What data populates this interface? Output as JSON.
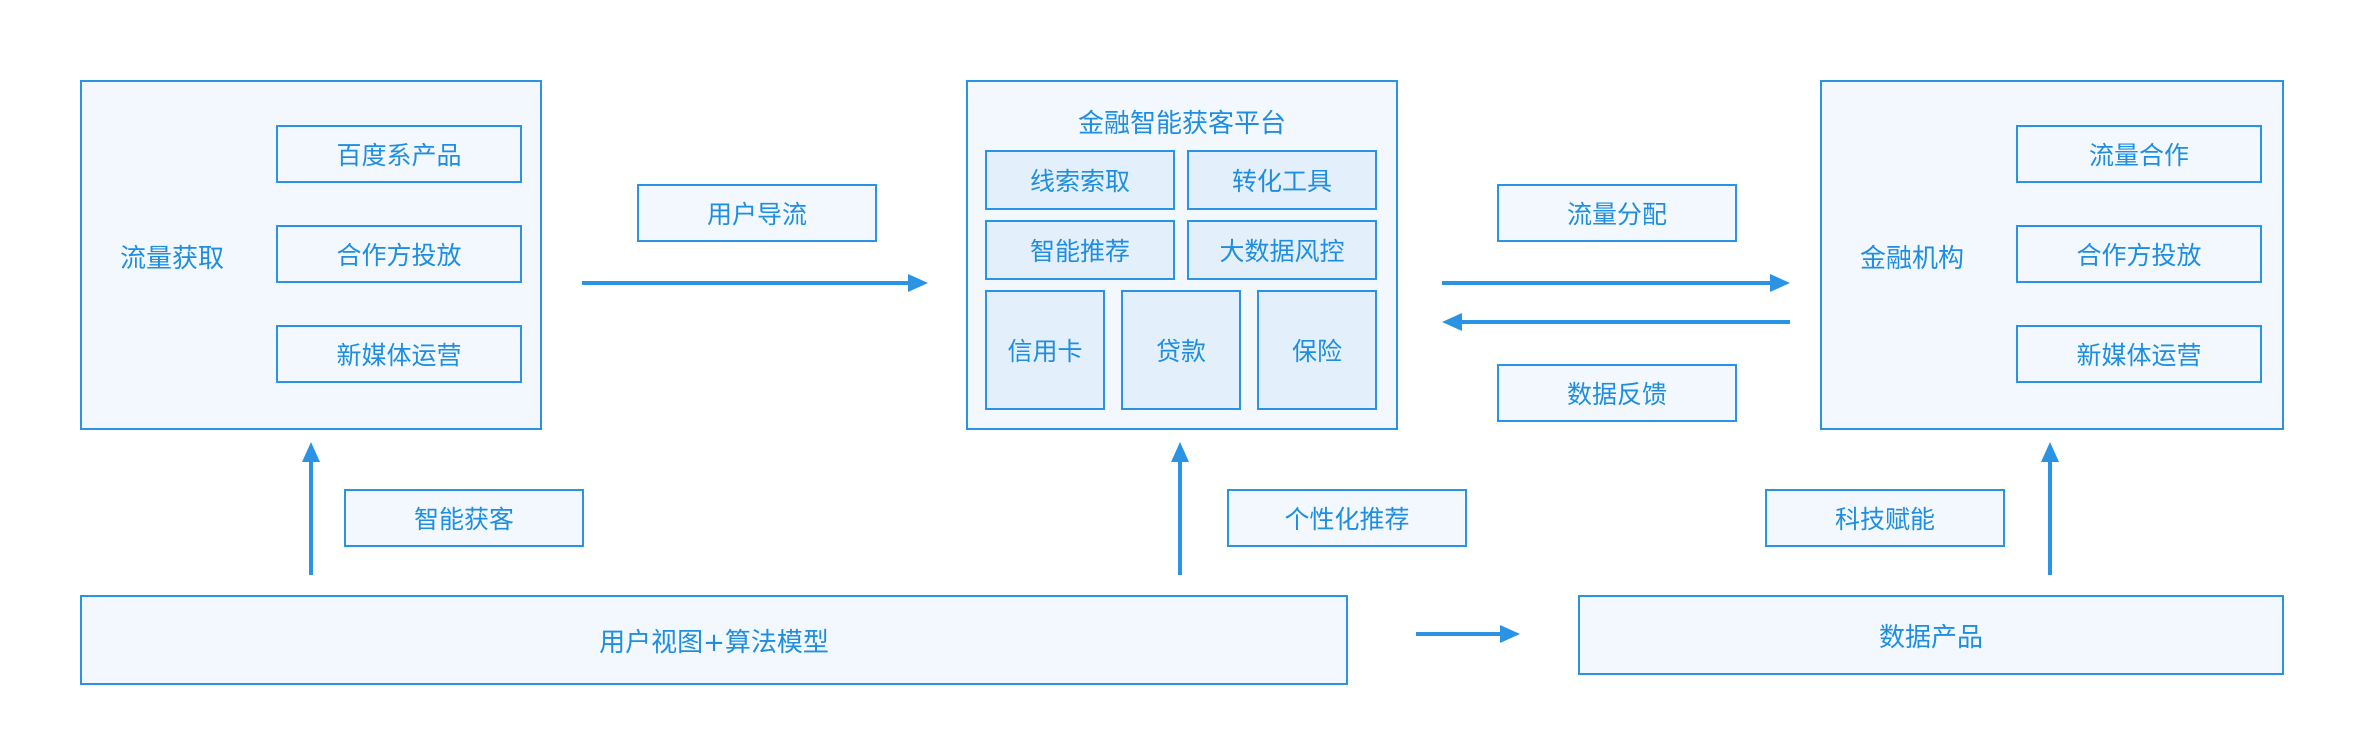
{
  "left_block": {
    "title": "流量获取",
    "items": [
      "百度系产品",
      "合作方投放",
      "新媒体运营"
    ]
  },
  "center_block": {
    "title": "金融智能获客平台",
    "row1": [
      "线索索取",
      "转化工具"
    ],
    "row2": [
      "智能推荐",
      "大数据风控"
    ],
    "row3": [
      "信用卡",
      "贷款",
      "保险"
    ]
  },
  "right_block": {
    "title": "金融机构",
    "items": [
      "流量合作",
      "合作方投放",
      "新媒体运营"
    ]
  },
  "flow_labels": {
    "user_diversion": "用户导流",
    "traffic_distribution": "流量分配",
    "data_feedback": "数据反馈",
    "smart_acquisition": "智能获客",
    "personalized_recommendation": "个性化推荐",
    "tech_empowerment": "科技赋能"
  },
  "bottom": {
    "model_bar": "用户视图+算法模型",
    "data_product": "数据产品"
  },
  "colors": {
    "stroke": "#2a93e3",
    "text": "#1f8ee0",
    "fill_light": "#f2f8fd",
    "fill_cell": "#e3f0fb"
  }
}
